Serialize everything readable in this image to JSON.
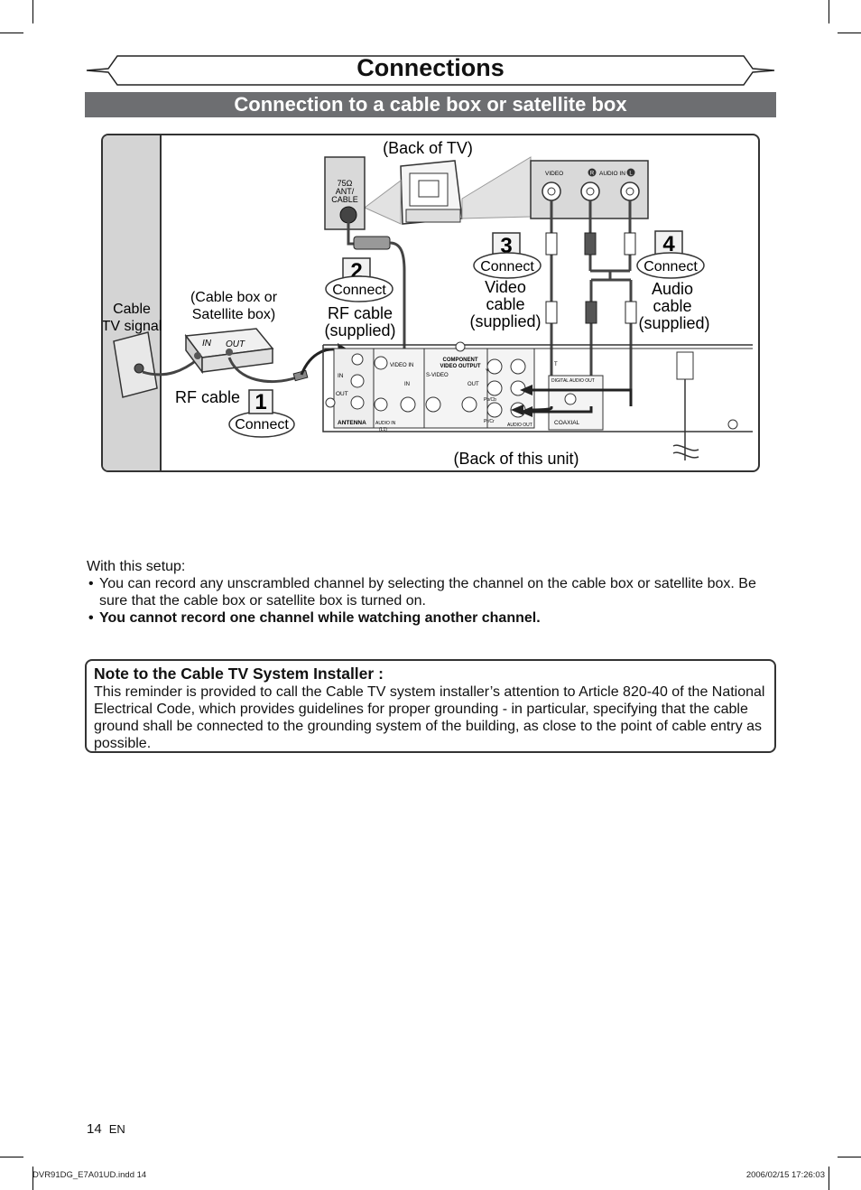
{
  "header": {
    "title": "Connections",
    "subtitle": "Connection to a cable box or satellite box"
  },
  "diagram": {
    "cable_tv_signal": [
      "Cable",
      "TV signal"
    ],
    "cable_box": [
      "(Cable  box or",
      "Satellite box)"
    ],
    "cable_box_in": "IN",
    "cable_box_out": "OUT",
    "back_of_tv": "(Back of TV)",
    "tv_ant_label": [
      "75Ω",
      "ANT/",
      "CABLE"
    ],
    "tv_panel_labels": {
      "video": "VIDEO",
      "r": "R",
      "audio_in": "AUDIO IN",
      "l": "L"
    },
    "steps": [
      {
        "number": "1",
        "connect": "Connect",
        "label": [
          "RF cable"
        ]
      },
      {
        "number": "2",
        "connect": "Connect",
        "label": [
          "RF cable",
          "(supplied)"
        ]
      },
      {
        "number": "3",
        "connect": "Connect",
        "label": [
          "Video",
          "cable",
          "(supplied)"
        ]
      },
      {
        "number": "4",
        "connect": "Connect",
        "label": [
          "Audio",
          "cable",
          "(supplied)"
        ]
      }
    ],
    "unit_labels": {
      "antenna": "ANTENNA",
      "in": "IN",
      "out": "OUT",
      "video_in": "VIDEO IN",
      "component": "COMPONENT",
      "video_output": "VIDEO OUTPUT",
      "s_video": "S-VIDEO",
      "in2": "IN",
      "out2": "OUT",
      "audio_in": "AUDIO IN",
      "audio_in_sub": "(L1)",
      "audio_out": "AUDIO OUT",
      "digital_audio_out": "DIGITAL AUDIO OUT",
      "coaxial": "COAXIAL",
      "y": "Y",
      "pb": "Pb/Cb",
      "pr": "Pr/Cr",
      "t": "T"
    },
    "back_of_unit": "(Back of this unit)"
  },
  "body": {
    "intro": "With this setup:",
    "bullets": [
      {
        "text": "You can record any unscrambled channel by selecting the channel on the cable box or satellite box. Be sure that the cable box or satellite box is turned on.",
        "bold": false
      },
      {
        "text": "You cannot record one channel while watching another channel.",
        "bold": true
      }
    ]
  },
  "note": {
    "heading": "Note to the Cable TV System Installer :",
    "text": "This reminder is provided to call the Cable TV system installer’s attention to Article 820-40 of the National Electrical Code, which provides guidelines for proper grounding - in particular, specifying that the cable ground shall be connected to the grounding system of the building, as close to the point of cable entry as possible."
  },
  "page": {
    "number": "14",
    "lang": "EN"
  },
  "footer": {
    "left": "DVR91DG_E7A01UD.indd   14",
    "right": "2006/02/15   17:26:03"
  }
}
